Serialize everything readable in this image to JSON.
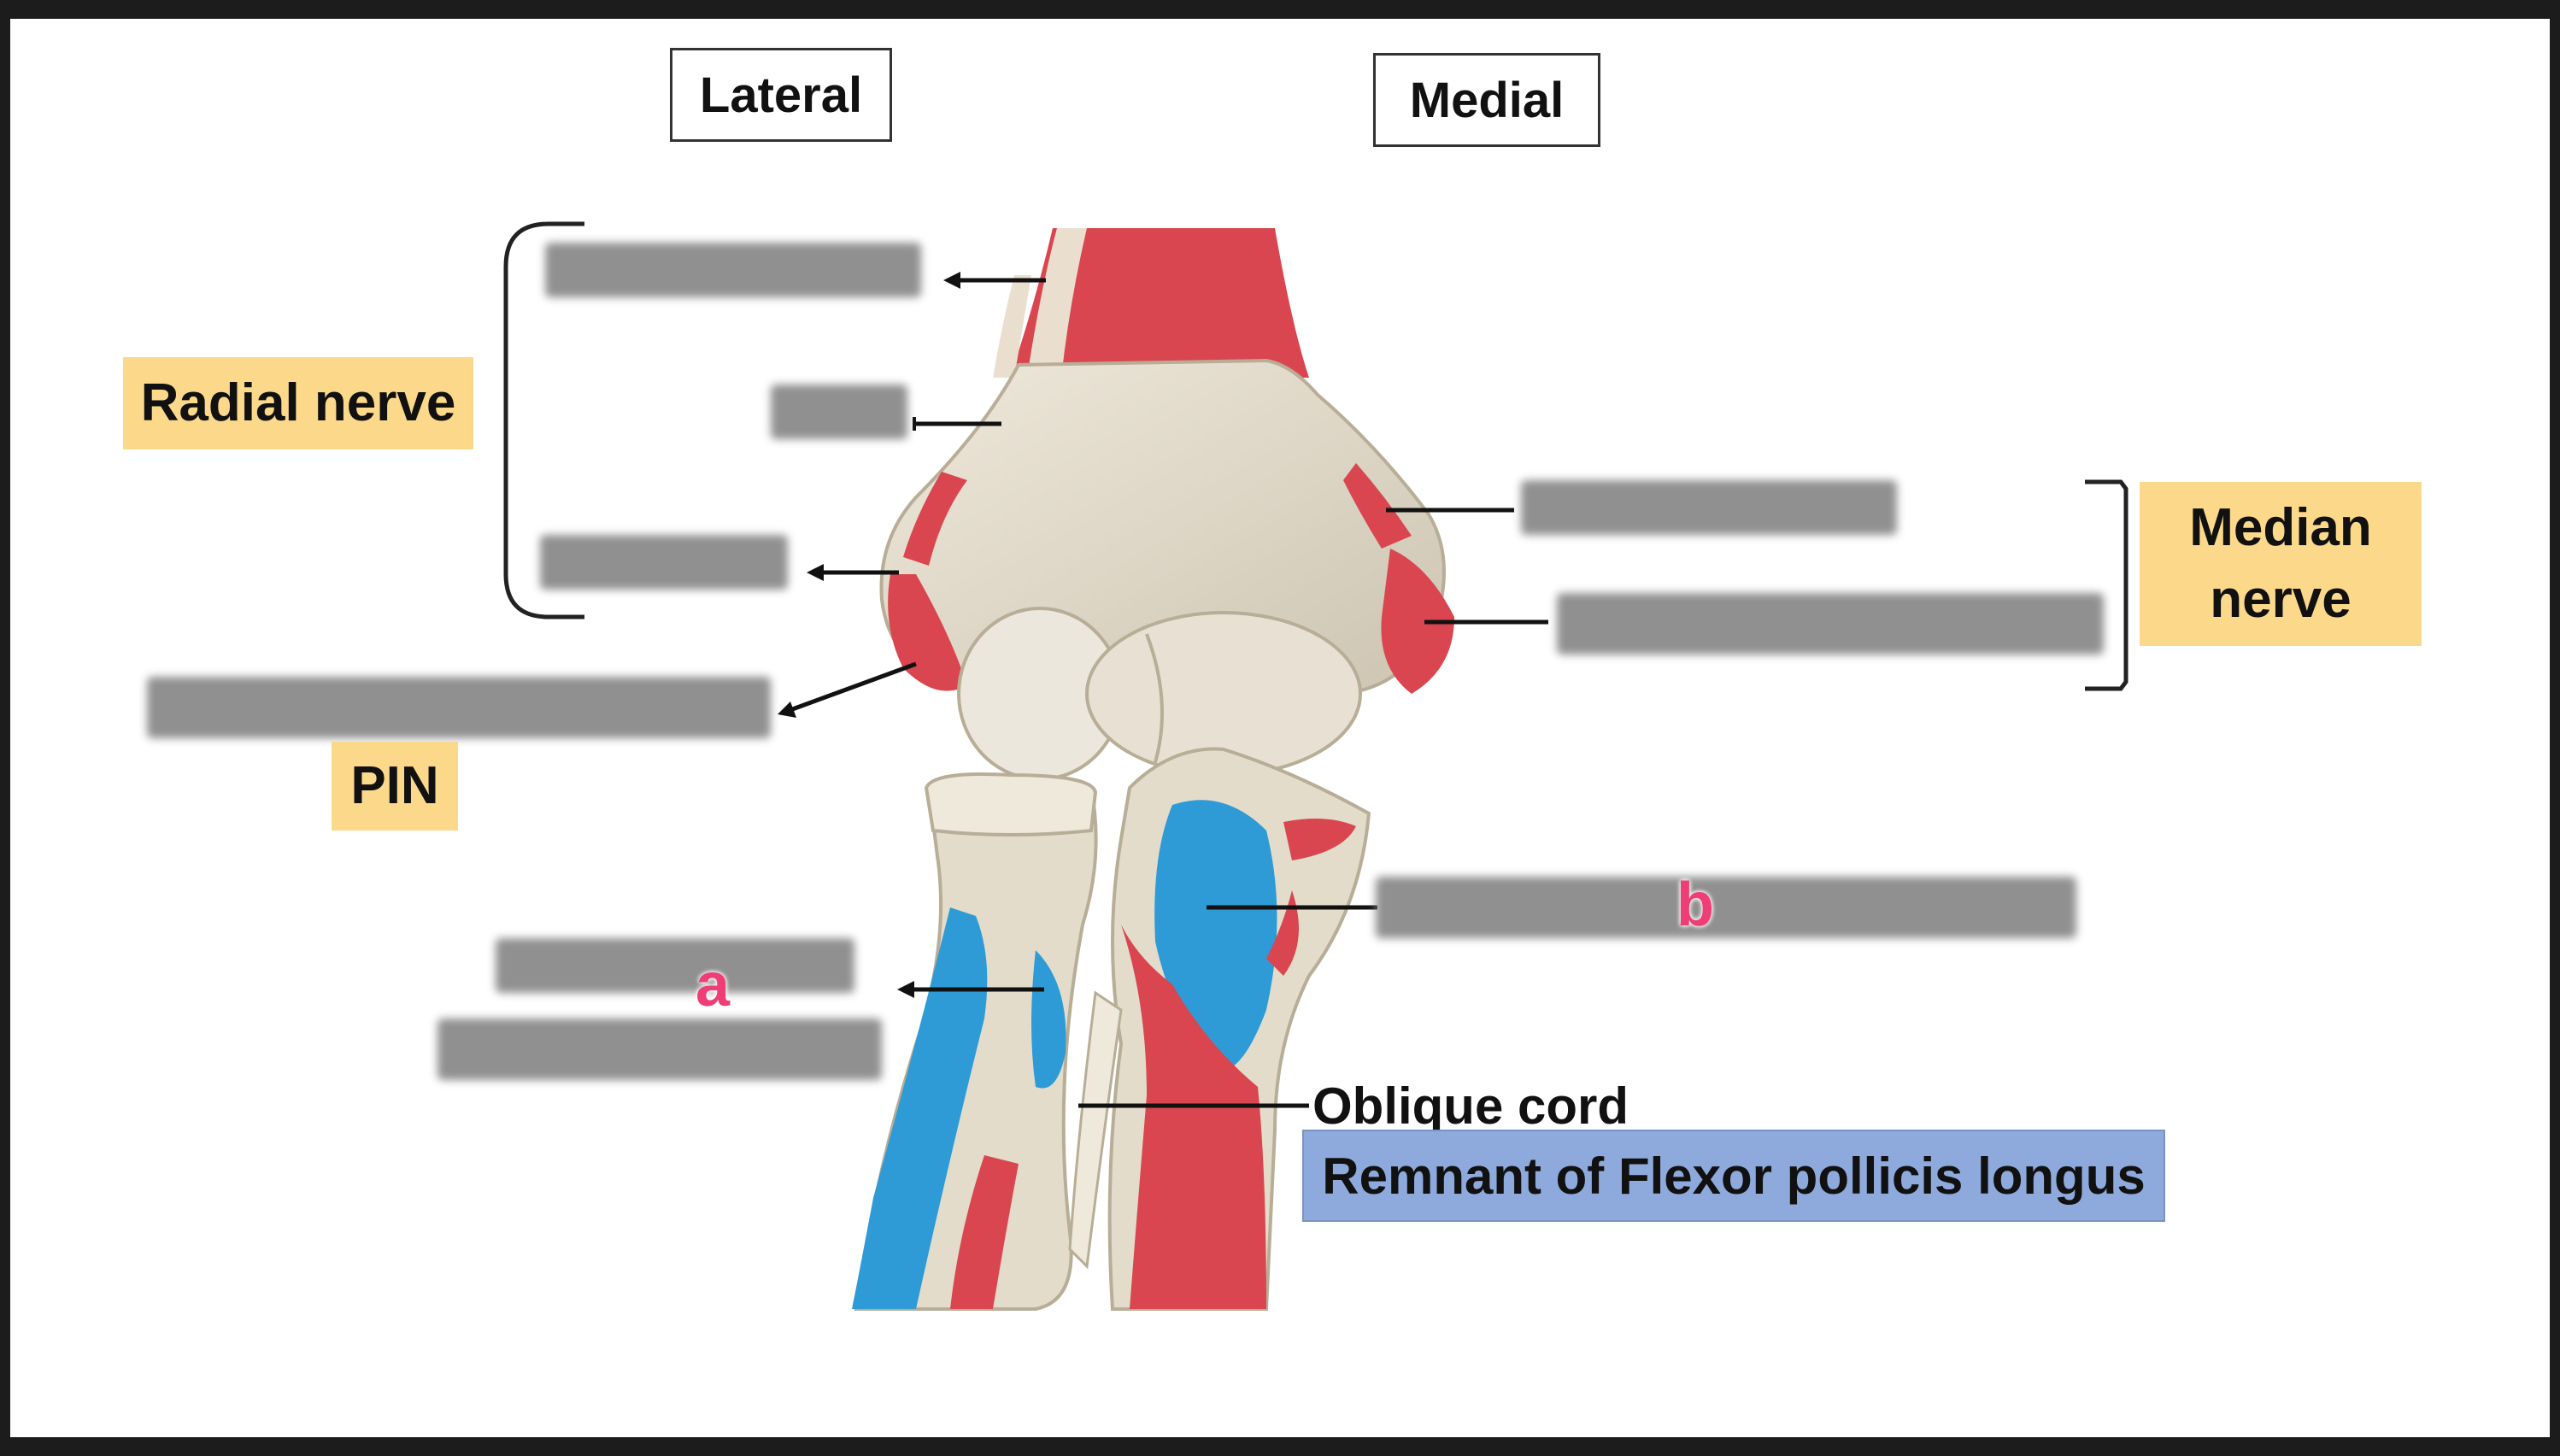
{
  "headers": {
    "lateral": "Lateral",
    "medial": "Medial"
  },
  "nerves": {
    "radial": "Radial nerve",
    "median_line1": "Median",
    "median_line2": "nerve",
    "pin": "PIN"
  },
  "labels": {
    "oblique_cord": "Oblique cord",
    "remnant": "Remnant of Flexor pollicis longus"
  },
  "markers": {
    "a": "a",
    "b": "b"
  },
  "colors": {
    "bone": "#e3dccb",
    "muscle_origin": "#d9444f",
    "muscle_insertion": "#2e9bd6",
    "nerve_box": "#fcd98a",
    "remnant_box": "#8ea9db",
    "marker": "#ef3d76"
  }
}
